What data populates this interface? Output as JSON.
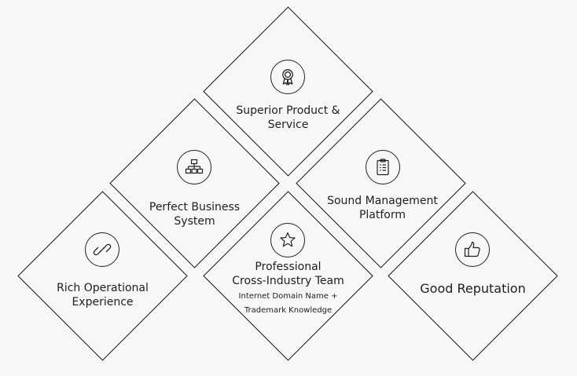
{
  "nodes": {
    "superior": {
      "line1": "Superior Product &",
      "line2": "Service"
    },
    "business": {
      "line1": "Perfect Business",
      "line2": "System"
    },
    "management": {
      "line1": "Sound Management",
      "line2": "Platform"
    },
    "operational": {
      "line1": "Rich Operational",
      "line2": "Experience"
    },
    "team": {
      "line1": "Professional",
      "line2": "Cross-Industry Team",
      "sub1": "Internet Domain Name +",
      "sub2": "Trademark Knowledge"
    },
    "reputation": {
      "line1": "Good Reputation"
    }
  },
  "icons": {
    "superior": "award-ribbon-icon",
    "business": "org-chart-icon",
    "management": "clipboard-list-icon",
    "operational": "link-icon",
    "team": "star-icon",
    "reputation": "thumbs-up-icon"
  }
}
